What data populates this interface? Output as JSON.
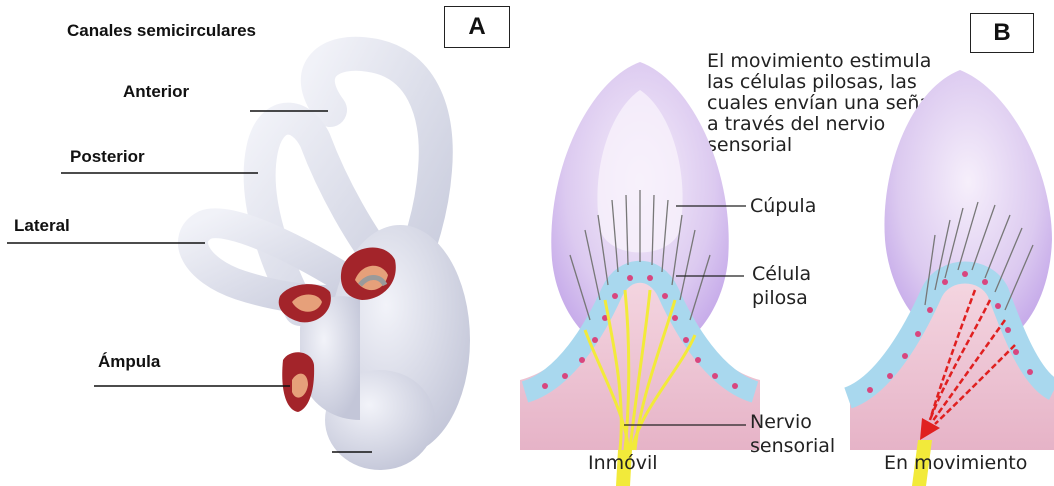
{
  "panel_a": {
    "tag": "A",
    "title": "Canales semicirculares",
    "labels": {
      "anterior": "Anterior",
      "posterior": "Posterior",
      "lateral": "Lateral",
      "ampula": "Ámpula"
    }
  },
  "panel_b": {
    "tag": "B",
    "intro_lines": [
      "El movimiento estimula",
      "las células pilosas, las",
      "cuales envían una señal",
      "a través del nervio",
      "sensorial"
    ],
    "labels": {
      "cupula": "Cúpula",
      "celula_line1": "Célula",
      "celula_line2": "pilosa",
      "nervio_line1": "Nervio",
      "nervio_line2": "sensorial"
    },
    "captions": {
      "still": "Inmóvil",
      "moving": "En movimiento"
    }
  },
  "colors": {
    "canal_fill": "#dfe1ee",
    "cupula_fill": "#dccaf0",
    "hair_cell_blue": "#a9d8ee",
    "nucleus_pink": "#d8467e",
    "nerve_yellow": "#f2ea3a",
    "nerve_red": "#e02020",
    "tissue_pink": "#f0c9d6"
  }
}
